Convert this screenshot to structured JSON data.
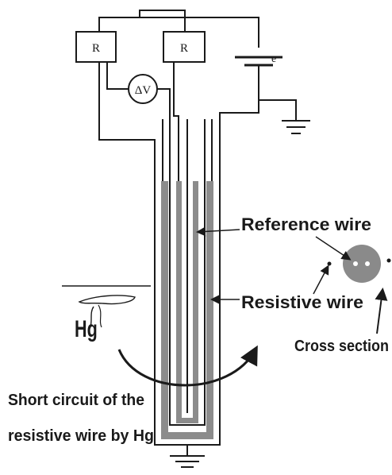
{
  "components": {
    "resistor_left": "R",
    "resistor_right": "R",
    "voltmeter": "ΔV",
    "battery": "e"
  },
  "labels": {
    "reference_wire": "Reference wire",
    "resistive_wire": "Resistive wire",
    "cross_section": "Cross section",
    "mercury": "Hg",
    "short_circuit_line1": "Short circuit of the",
    "short_circuit_line2": "resistive wire by Hg"
  },
  "colors": {
    "wire": "#1a1a1a",
    "resistive_element": "#8c8c8c",
    "cross_section_fill": "#8a8a8a",
    "background": "#ffffff"
  }
}
